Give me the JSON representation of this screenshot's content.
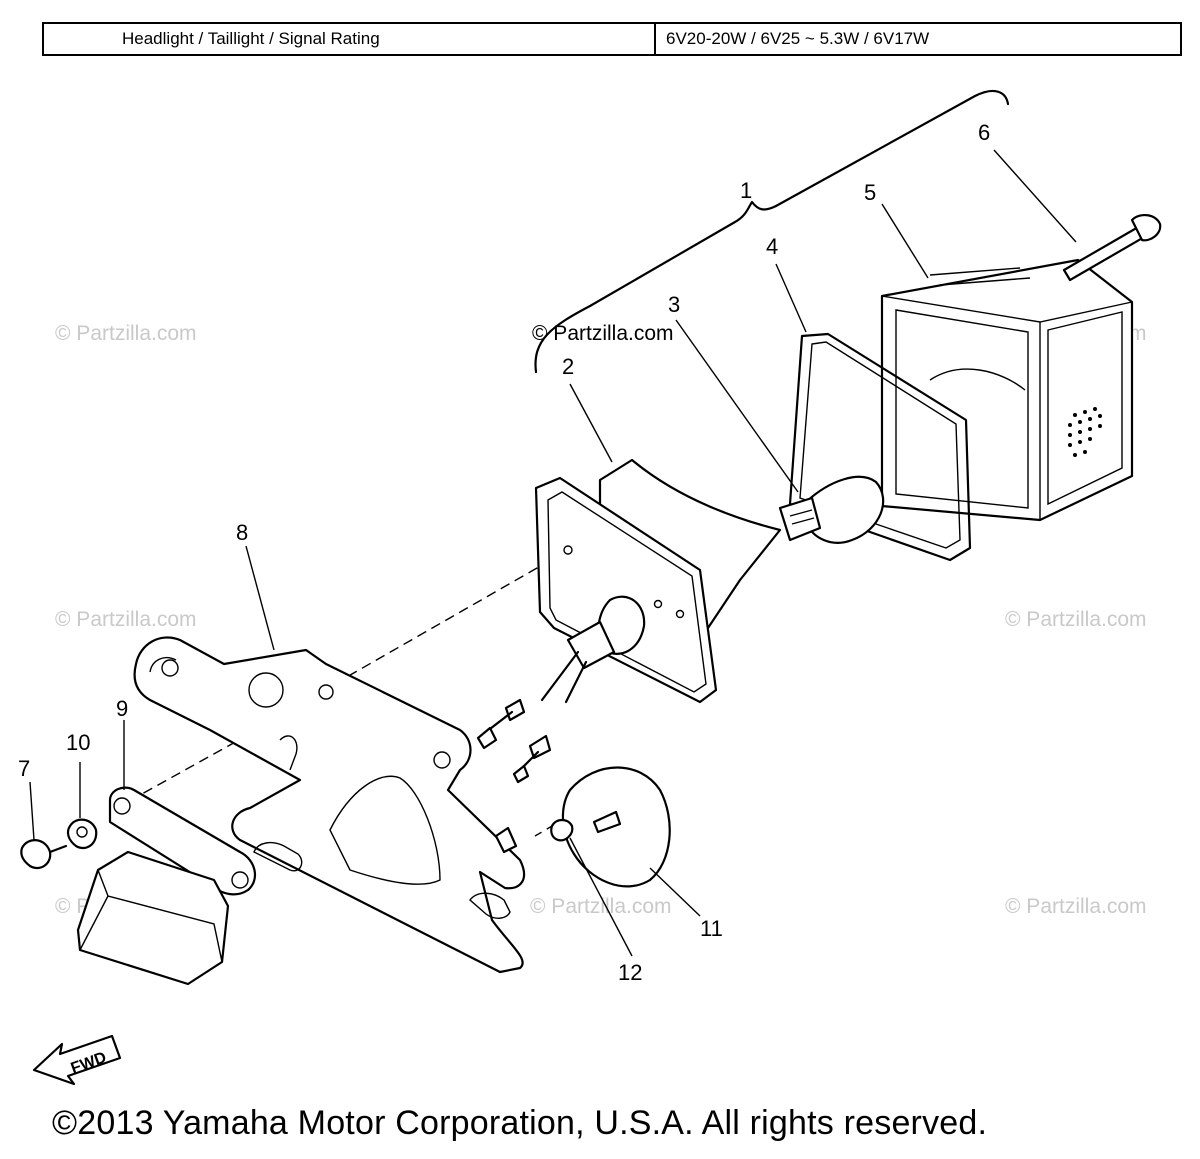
{
  "header": {
    "rating_label": "Headlight / Taillight / Signal Rating",
    "rating_value": "6V20-20W / 6V25 ~ 5.3W / 6V17W"
  },
  "watermarks": {
    "text": "© Partzilla.com"
  },
  "callouts": [
    "1",
    "2",
    "3",
    "4",
    "5",
    "6",
    "7",
    "8",
    "9",
    "10",
    "11",
    "12"
  ],
  "fwd_arrow": {
    "label": "FWD",
    "icon": "fwd-arrow-icon"
  },
  "footer": {
    "copyright": "©2013 Yamaha Motor Corporation, U.S.A. All rights reserved."
  }
}
